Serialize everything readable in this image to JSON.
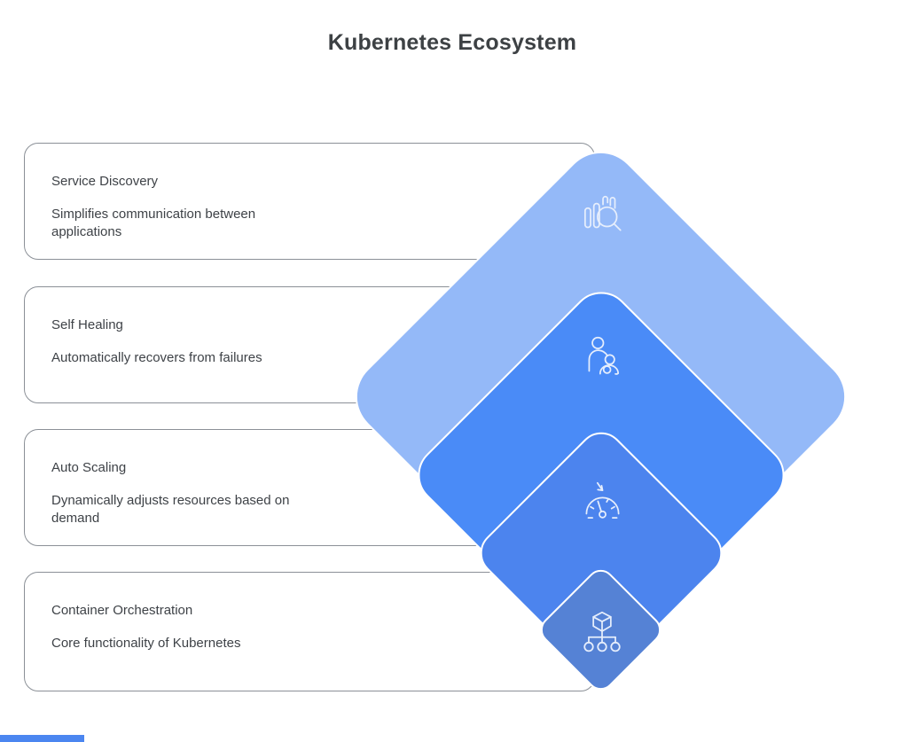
{
  "title": "Kubernetes Ecosystem",
  "cards": [
    {
      "title": "Service Discovery",
      "description": "Simplifies communication between applications"
    },
    {
      "title": "Self Healing",
      "description": "Automatically recovers from failures"
    },
    {
      "title": "Auto Scaling",
      "description": "Dynamically adjusts resources based on demand"
    },
    {
      "title": "Container Orchestration",
      "description": "Core functionality of Kubernetes"
    }
  ],
  "diamonds": [
    {
      "icon": "search-analytics-icon",
      "color": "#94b9f8"
    },
    {
      "icon": "person-care-icon",
      "color": "#4a8bf7"
    },
    {
      "icon": "gauge-icon",
      "color": "#4c84ee"
    },
    {
      "icon": "cube-network-icon",
      "color": "#5582d5"
    }
  ],
  "palette": {
    "card_border": "#8b9097",
    "text": "#3e4247",
    "title_color": "#3d4144",
    "diamond_stroke": "#ffffff",
    "icon_stroke": "#e6eefc",
    "cropped_strip": "#4b86f0"
  }
}
